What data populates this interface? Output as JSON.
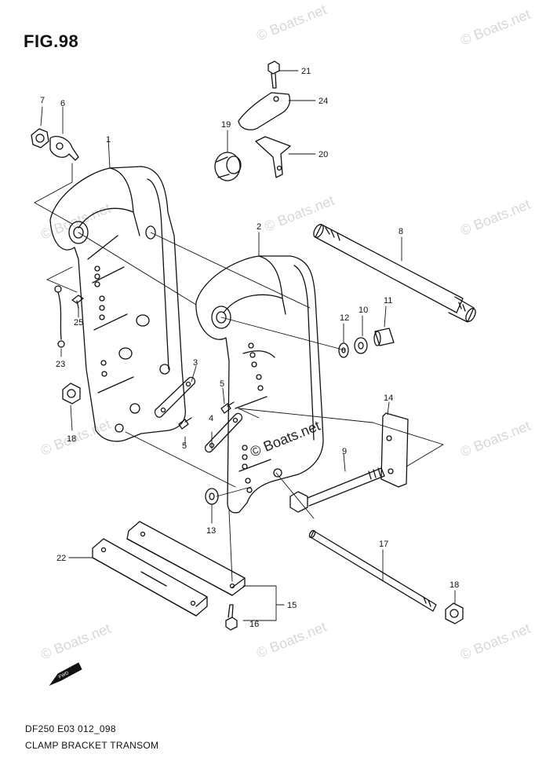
{
  "figure": {
    "title": "FIG.98",
    "code": "DF250 E03 012_098",
    "name": "CLAMP BRACKET TRANSOM"
  },
  "watermark": "© Boats.net",
  "direction_badge": "FWD",
  "callouts": [
    "1",
    "2",
    "3",
    "4",
    "5",
    "5",
    "6",
    "7",
    "8",
    "9",
    "10",
    "11",
    "12",
    "13",
    "14",
    "15",
    "16",
    "17",
    "18",
    "18",
    "19",
    "20",
    "21",
    "22",
    "23",
    "24",
    "25"
  ],
  "colors": {
    "line": "#111111",
    "watermark": "#d8d8d8",
    "background": "#ffffff"
  }
}
